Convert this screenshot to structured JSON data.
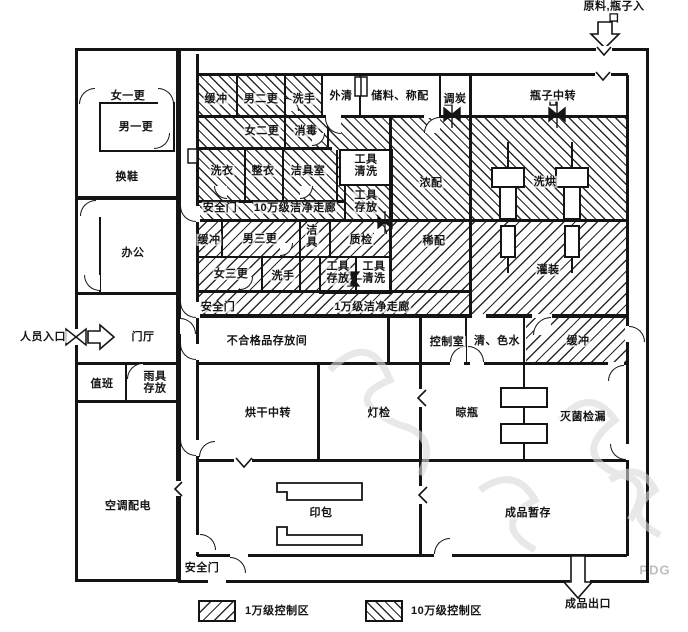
{
  "entrances": {
    "material": "原料,瓶子入口",
    "personnel": "人员入口",
    "product_exit": "成品出口"
  },
  "left_wing": {
    "nv1geng": "女一更",
    "nan1geng": "男一更",
    "huanxie": "换鞋",
    "bangong": "办公",
    "menting": "门厅",
    "zhiban": "值班",
    "yuju": "雨具\n存放",
    "kongtiao": "空调配电"
  },
  "top_block": {
    "huanchong1": "缓冲",
    "nan2geng": "男二更",
    "xishou1": "洗手",
    "waiqing": "外清",
    "chuliao": "储料、称配",
    "tiaotan": "调炭",
    "pingzi": "瓶子中转",
    "nv2geng": "女二更",
    "xiaodu": "消毒",
    "xiyi": "洗衣",
    "zhengyi": "整衣",
    "jiejushi": "洁具室",
    "gongju_qingxi1": "工具\n清洗",
    "nongpei": "浓配",
    "xihong": "洗烘",
    "anquanmen1": "安全门",
    "corridor10": "10万级洁净走廊",
    "gongju_cunfang1": "工具\n存放"
  },
  "mid_block": {
    "huanchong2": "缓冲",
    "nan3geng": "男三更",
    "jieju": "洁\n具",
    "zhijian": "质检",
    "xipei": "稀配",
    "guanzhuang": "灌装",
    "nv3geng": "女三更",
    "xishou2": "洗手",
    "gongju_cunfang2": "工具\n存放",
    "gongju_qingxi2": "工具\n清洗",
    "anquanmen2": "安全门",
    "corridor1": "1万级洁净走廊"
  },
  "lower_block": {
    "buhege": "不合格品存放间",
    "kongzhishi": "控制室",
    "qingseshui": "清、色水",
    "huanchong3": "缓冲",
    "hongan": "烘干中转",
    "dengjian": "灯检",
    "liangping": "晾瓶",
    "miejian": "灭菌检漏",
    "yinbao": "印包",
    "chengpin": "成品暂存",
    "anquanmen3": "安全门"
  },
  "legend": {
    "item1": "1万级控制区",
    "item2": "10万级控制区"
  },
  "watermark": "PDG"
}
